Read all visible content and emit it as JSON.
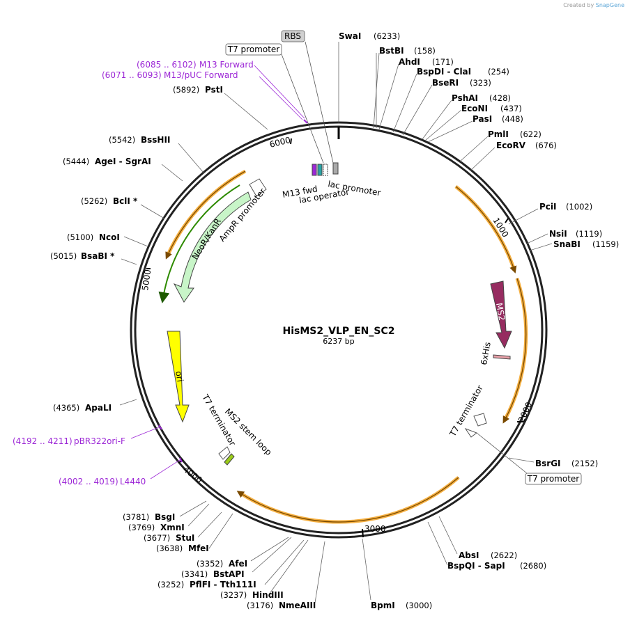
{
  "credit": {
    "prefix": "Created by",
    "brand": "SnapGene"
  },
  "plasmid": {
    "name": "HisMS2_VLP_EN_SC2",
    "length_label": "6237 bp"
  },
  "ticks": [
    "1000",
    "2000",
    "3000",
    "4000",
    "5000",
    "6000"
  ],
  "sites_right": [
    {
      "id": "swai",
      "name": "SwaI",
      "pos": "(6233)"
    },
    {
      "id": "bstbi",
      "name": "BstBI",
      "pos": "(158)"
    },
    {
      "id": "ahdi",
      "name": "AhdI",
      "pos": "(171)"
    },
    {
      "id": "bspdi",
      "name": "BspDI - ClaI",
      "pos": "(254)"
    },
    {
      "id": "bseri",
      "name": "BseRI",
      "pos": "(323)"
    },
    {
      "id": "pshai",
      "name": "PshAI",
      "pos": "(428)"
    },
    {
      "id": "econi",
      "name": "EcoNI",
      "pos": "(437)"
    },
    {
      "id": "pasi",
      "name": "PasI",
      "pos": "(448)"
    },
    {
      "id": "pmli",
      "name": "PmlI",
      "pos": "(622)"
    },
    {
      "id": "ecorv",
      "name": "EcoRV",
      "pos": "(676)"
    },
    {
      "id": "pcii",
      "name": "PciI",
      "pos": "(1002)"
    },
    {
      "id": "nsii",
      "name": "NsiI",
      "pos": "(1119)"
    },
    {
      "id": "snabi",
      "name": "SnaBI",
      "pos": "(1159)"
    },
    {
      "id": "bsrgi",
      "name": "BsrGI",
      "pos": "(2152)"
    },
    {
      "id": "absi",
      "name": "AbsI",
      "pos": "(2622)"
    },
    {
      "id": "bspqi",
      "name": "BspQI - SapI",
      "pos": "(2680)"
    },
    {
      "id": "bpmi",
      "name": "BpmI",
      "pos": "(3000)"
    }
  ],
  "sites_left": [
    {
      "id": "psti",
      "name": "PstI",
      "pos": "(5892)"
    },
    {
      "id": "bsshii",
      "name": "BssHII",
      "pos": "(5542)"
    },
    {
      "id": "agei",
      "name": "AgeI - SgrAI",
      "pos": "(5444)"
    },
    {
      "id": "bcli",
      "name": "BclI *",
      "pos": "(5262)"
    },
    {
      "id": "ncoi",
      "name": "NcoI",
      "pos": "(5100)"
    },
    {
      "id": "bsabi",
      "name": "BsaBI *",
      "pos": "(5015)"
    },
    {
      "id": "apali",
      "name": "ApaLI",
      "pos": "(4365)"
    },
    {
      "id": "bsgi",
      "name": "BsgI",
      "pos": "(3781)"
    },
    {
      "id": "xmni",
      "name": "XmnI",
      "pos": "(3769)"
    },
    {
      "id": "stui",
      "name": "StuI",
      "pos": "(3677)"
    },
    {
      "id": "mfei",
      "name": "MfeI",
      "pos": "(3638)"
    },
    {
      "id": "afei",
      "name": "AfeI",
      "pos": "(3352)"
    },
    {
      "id": "bstapi",
      "name": "BstAPI",
      "pos": "(3341)"
    },
    {
      "id": "pflfi",
      "name": "PflFI - Tth111I",
      "pos": "(3252)"
    },
    {
      "id": "hindiii",
      "name": "HindIII",
      "pos": "(3237)"
    },
    {
      "id": "nmeaiii",
      "name": "NmeAIII",
      "pos": "(3176)"
    }
  ],
  "primers": [
    {
      "id": "m13fwd",
      "range": "(6085 .. 6102)",
      "name": "M13 Forward"
    },
    {
      "id": "m13puc",
      "range": "(6071 .. 6093)",
      "name": "M13/pUC Forward"
    },
    {
      "id": "pbr",
      "range": "(4192 .. 4211)",
      "name": "pBR322ori-F"
    },
    {
      "id": "l4440",
      "range": "(4002 .. 4019)",
      "name": "L4440"
    }
  ],
  "boxed_labels": {
    "rbs": "RBS",
    "t7_promoter_top": "T7 promoter",
    "t7_promoter_right": "T7 promoter"
  },
  "features": {
    "m13_fwd": "M13 fwd",
    "lac_promoter": "lac promoter",
    "lac_operator": "lac operator",
    "ampr_promoter": "AmpR promoter",
    "neor_kanr": "NeoR/KanR",
    "ori": "ori",
    "t7_terminator_left": "T7 terminator",
    "ms2_stem_loop": "MS2 stem loop",
    "ms2": "MS2",
    "his6": "6xHis",
    "t7_terminator_right": "T7 terminator"
  },
  "colors": {
    "ms2": "#962c60",
    "neor": "#c8f5c8",
    "ori": "#ffff00",
    "orf": "#f5b042",
    "primer": "#9c27d6"
  }
}
